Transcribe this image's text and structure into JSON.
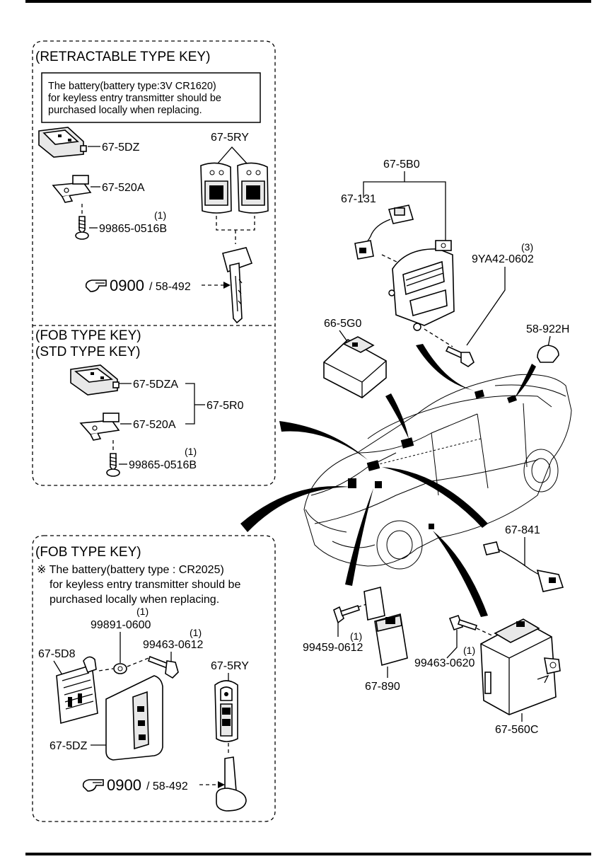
{
  "sections": {
    "retractable": {
      "header": "(RETRACTABLE TYPE KEY)",
      "note": [
        "The battery(battery type:3V CR1620)",
        "for keyless entry transmitter should be",
        "purchased locally when replacing."
      ]
    },
    "fob_std": {
      "header_fob": "(FOB TYPE KEY)",
      "header_std": "(STD TYPE KEY)"
    },
    "fob": {
      "header": "(FOB TYPE KEY)",
      "note": [
        "※ The battery(battery type : CR2025)",
        "for keyless entry transmitter should be",
        "purchased locally when replacing."
      ]
    }
  },
  "labels": {
    "p675dz_a": "67-5DZ",
    "p67520a_a": "67-520A",
    "p99865_a": "99865-0516B",
    "p99865_a_qty": "(1)",
    "p675ry_a": "67-5RY",
    "ref_a": "0900",
    "ref_a_part": "/ 58-492",
    "p675dza": "67-5DZA",
    "p67520a_b": "67-520A",
    "p675r0": "67-5R0",
    "p99865_b": "99865-0516B",
    "p99865_b_qty": "(1)",
    "p99891": "99891-0600",
    "p99891_qty": "(1)",
    "p99463_0612": "99463-0612",
    "p99463_0612_qty": "(1)",
    "p675d8": "67-5D8",
    "p675dz_b": "67-5DZ",
    "p675ry_b": "67-5RY",
    "ref_b": "0900",
    "ref_b_part": "/ 58-492",
    "p675b0": "67-5B0",
    "p67131": "67-131",
    "p9ya42": "9YA42-0602",
    "p9ya42_qty": "(3)",
    "p665g0": "66-5G0",
    "p58922h": "58-922H",
    "p67841": "67-841",
    "p99459": "99459-0612",
    "p99459_qty": "(1)",
    "p67890": "67-890",
    "p99463_0620": "99463-0620",
    "p99463_0620_qty": "(1)",
    "p67560c": "67-560C"
  },
  "icons": {
    "reference": "pointing-hand-icon"
  }
}
